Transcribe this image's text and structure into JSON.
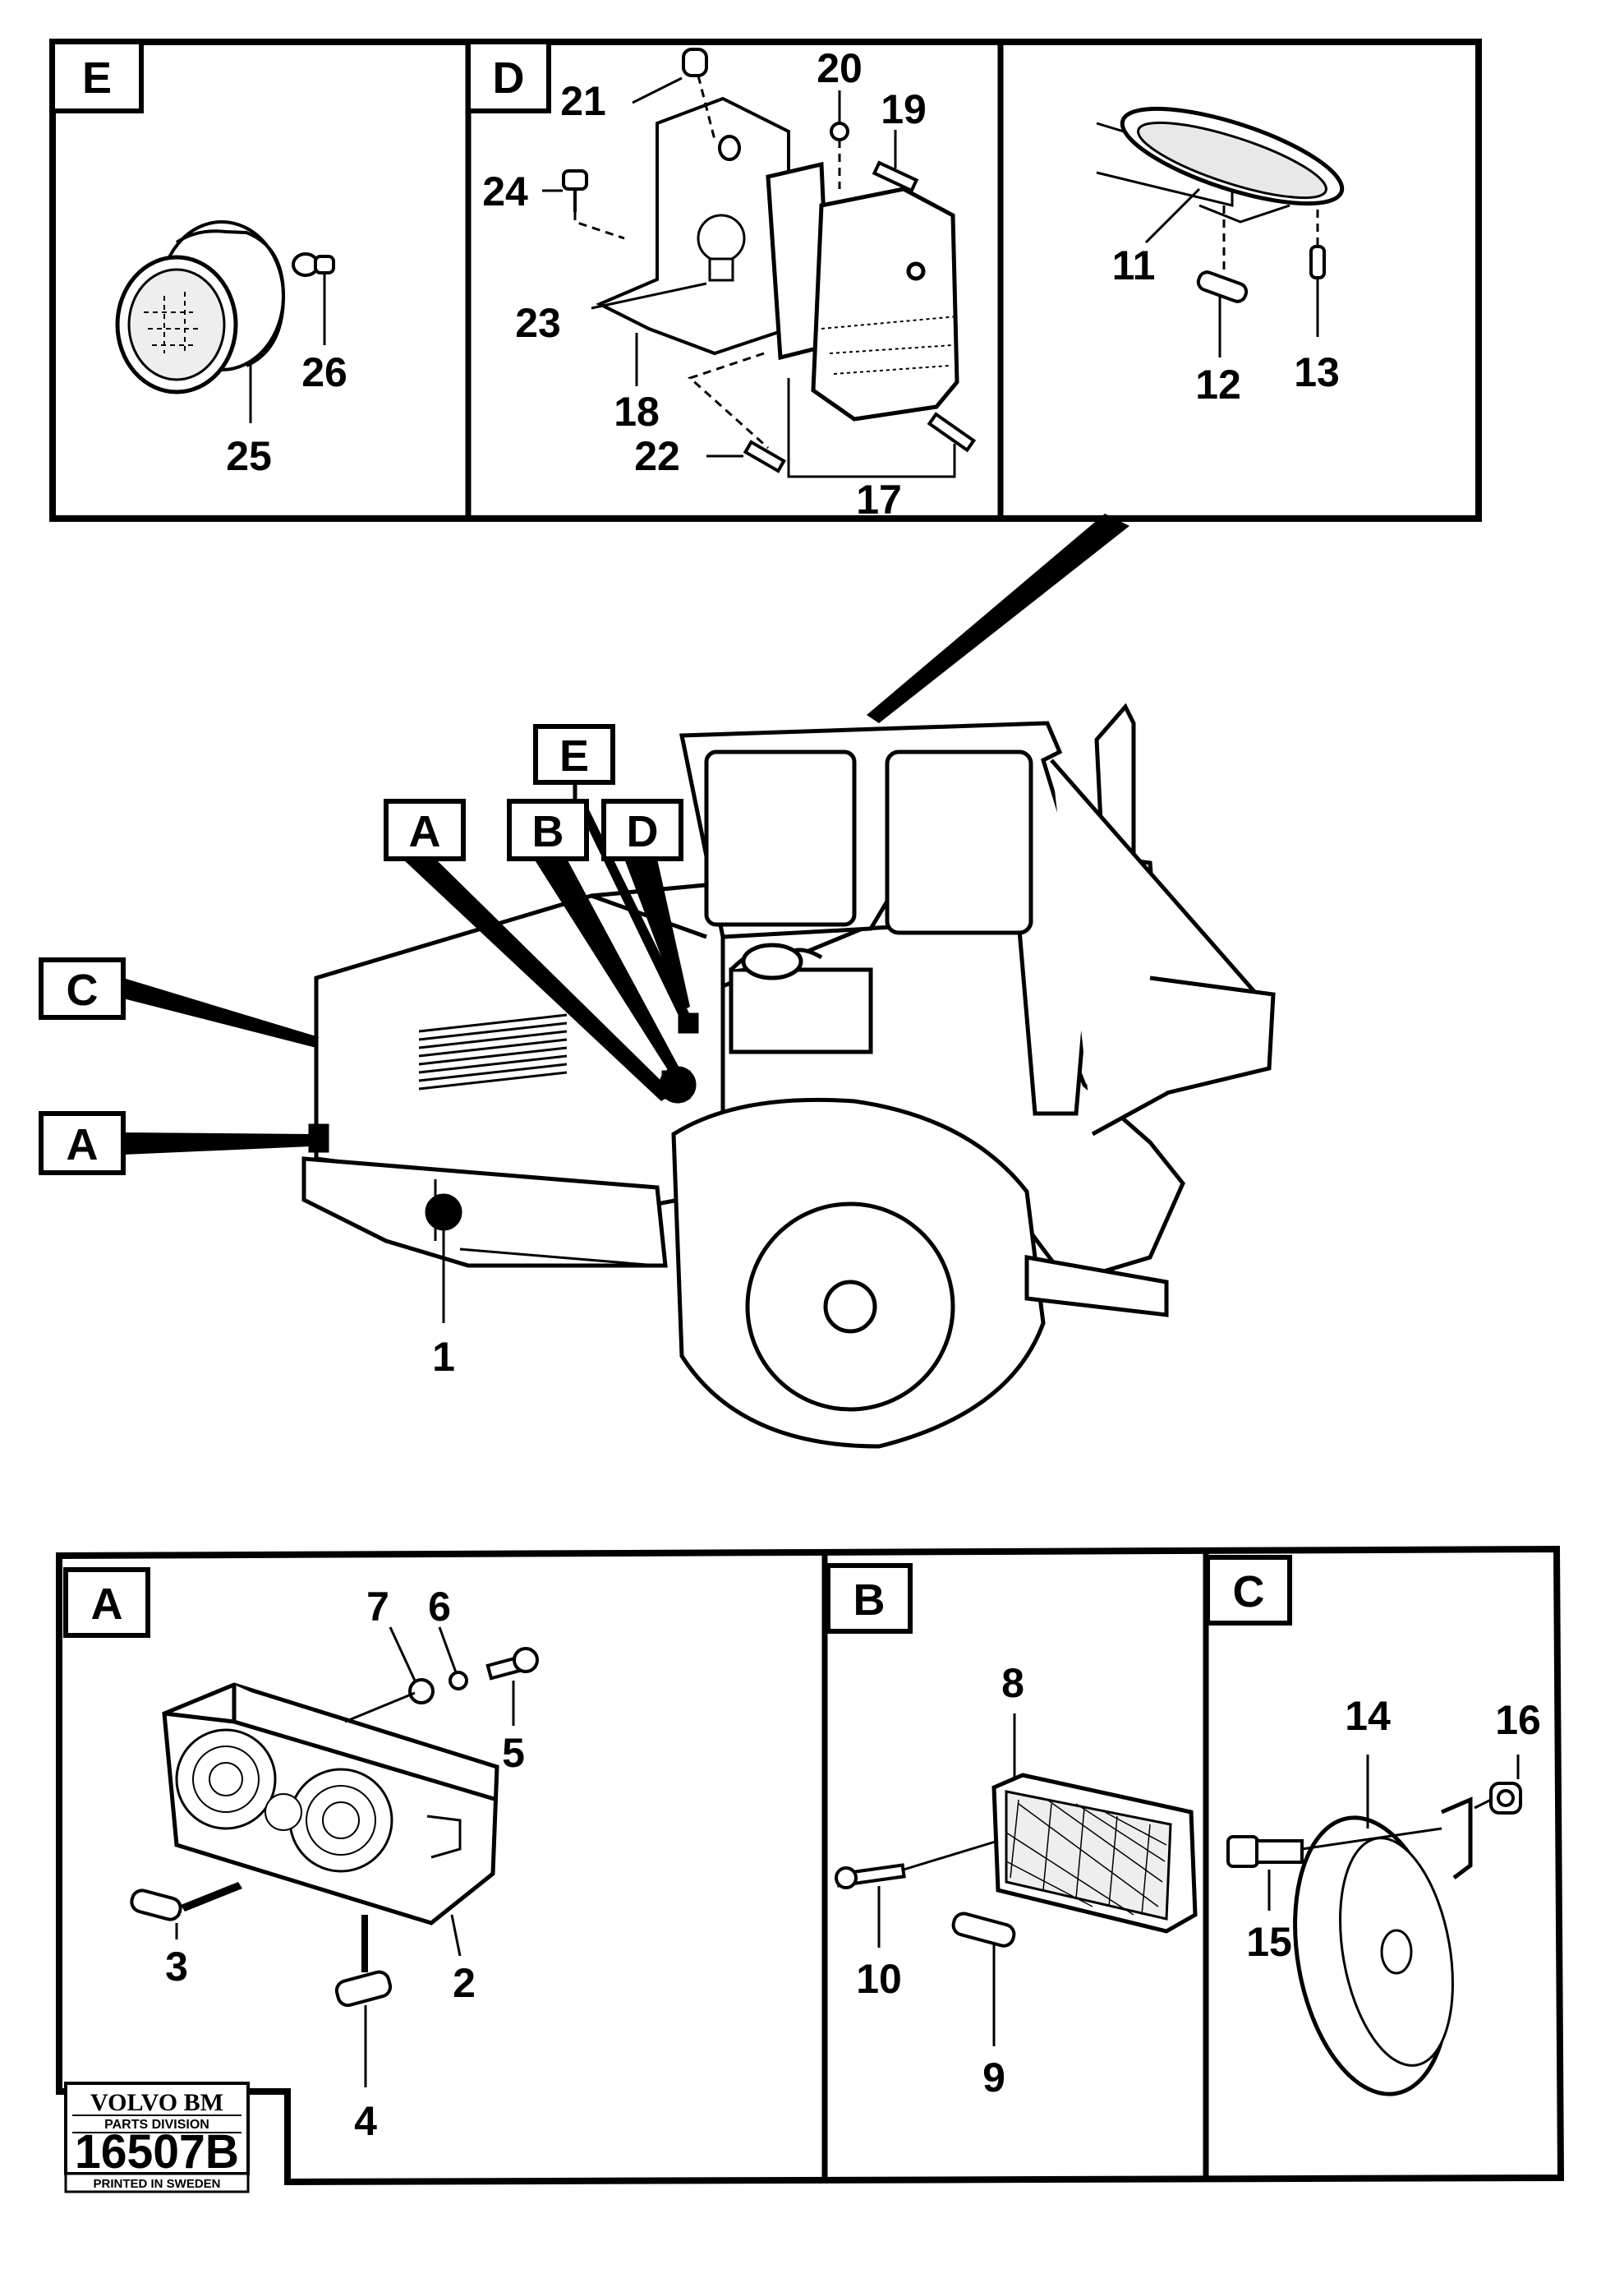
{
  "panels": {
    "E_top": "E",
    "D_top": "D",
    "A_bottom": "A",
    "B_bottom": "B",
    "C_bottom": "C"
  },
  "callouts": {
    "E": "E",
    "A_upper": "A",
    "B": "B",
    "D": "D",
    "C": "C",
    "A_lower": "A"
  },
  "parts": {
    "p1": "1",
    "p2": "2",
    "p3": "3",
    "p4": "4",
    "p5": "5",
    "p6": "6",
    "p7": "7",
    "p8": "8",
    "p9": "9",
    "p10": "10",
    "p11": "11",
    "p12": "12",
    "p13": "13",
    "p14": "14",
    "p15": "15",
    "p16": "16",
    "p17": "17",
    "p18": "18",
    "p19": "19",
    "p20": "20",
    "p21": "21",
    "p22": "22",
    "p23": "23",
    "p24": "24",
    "p25": "25",
    "p26": "26"
  },
  "stamp": {
    "brand": "VOLVO BM",
    "division": "PARTS DIVISION",
    "code": "16507B",
    "printed": "PRINTED IN SWEDEN"
  }
}
